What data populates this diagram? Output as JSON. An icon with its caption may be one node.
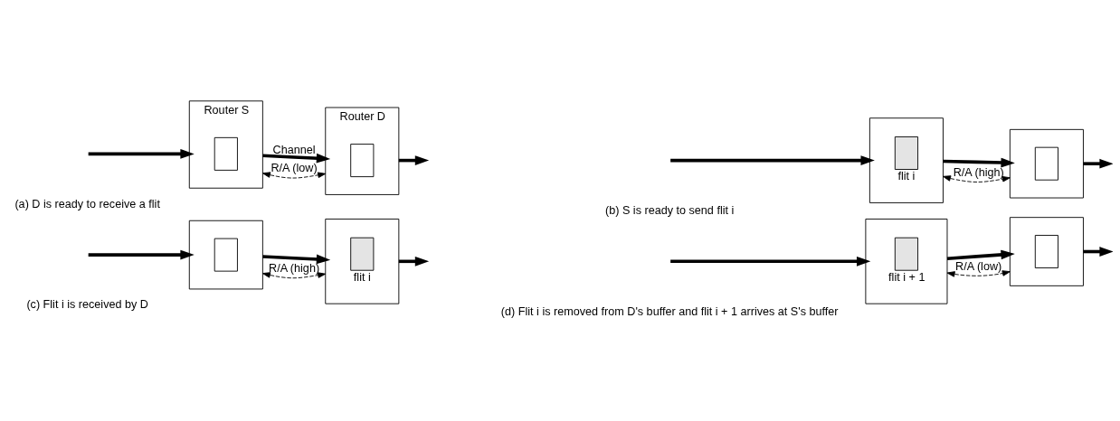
{
  "diagram": {
    "nodes": [
      {
        "text": [
          "Router S"
        ]
      },
      {
        "text": [],
        "shape": "box",
        "in": 0
      },
      {
        "text": [
          "Router D"
        ]
      },
      {
        "text": [],
        "shape": "box",
        "in": 2
      },
      {
        "text": [],
        "shape": "box"
      },
      {
        "text": [],
        "shape": "box",
        "in": 4,
        "beside": [
          "flit i"
        ]
      },
      {
        "text": [],
        "shape": "box"
      },
      {
        "text": [],
        "shape": "box",
        "in": 6
      },
      {
        "text": [],
        "shape": "box"
      },
      {
        "text": [],
        "shape": "box",
        "in": 8
      },
      {
        "text": [],
        "shape": "box"
      },
      {
        "text": [],
        "shape": "box",
        "in": 10,
        "beside": [
          "flit i"
        ]
      },
      {
        "text": [],
        "shape": "box"
      },
      {
        "text": [],
        "shape": "box",
        "in": 12,
        "beside": [
          "flit i + 1"
        ]
      },
      {
        "text": [],
        "shape": "box"
      },
      {
        "text": [],
        "shape": "box",
        "in": 14
      }
    ],
    "edges": [
      {
        "from": null,
        "to": 0,
        "arrow": "to"
      },
      {
        "from": 0,
        "to": 2,
        "arrow": "to",
        "label": "Channel"
      },
      {
        "from": 2,
        "to": null,
        "arrow": "to"
      },
      {
        "from": 0,
        "to": 2,
        "arrow": "both",
        "style": "dashed",
        "label": "R/A (low)"
      },
      {
        "from": null,
        "to": 4,
        "arrow": "to"
      },
      {
        "from": 4,
        "to": 6,
        "arrow": "to"
      },
      {
        "from": 6,
        "to": null,
        "arrow": "to"
      },
      {
        "from": 4,
        "to": 6,
        "arrow": "both",
        "style": "dashed",
        "label": "R/A (high)"
      },
      {
        "from": null,
        "to": 8,
        "arrow": "to"
      },
      {
        "from": 8,
        "to": 10,
        "arrow": "to"
      },
      {
        "from": 10,
        "to": null,
        "arrow": "to"
      },
      {
        "from": 8,
        "to": 10,
        "arrow": "both",
        "style": "dashed",
        "label": "R/A (high)"
      },
      {
        "from": null,
        "to": 12,
        "arrow": "to"
      },
      {
        "from": 12,
        "to": 14,
        "arrow": "to"
      },
      {
        "from": 14,
        "to": null,
        "arrow": "to"
      },
      {
        "from": 12,
        "to": 14,
        "arrow": "both",
        "style": "dashed",
        "label": "R/A (low)"
      }
    ],
    "labels": [
      "(a) D is ready to receive a flit",
      "(b) S is ready to send flit i",
      "(c) Flit i is received by D",
      "(d) Flit i is removed from D's buffer and flit i + 1 arrives at S's buffer"
    ]
  }
}
